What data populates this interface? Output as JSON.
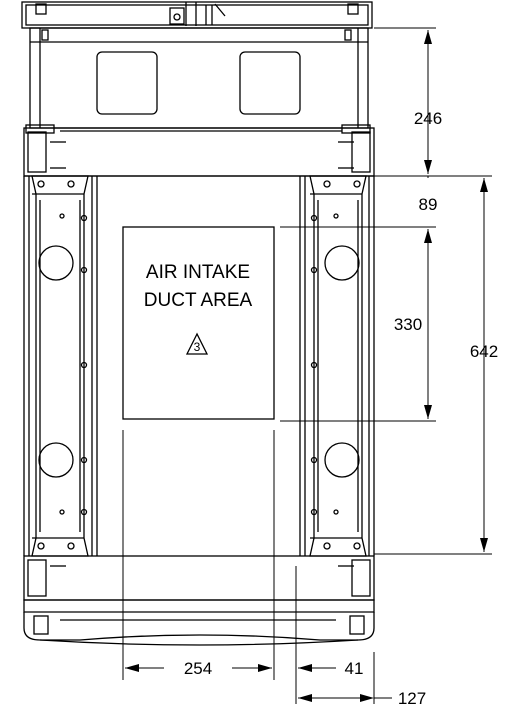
{
  "drawing": {
    "duct_label_line1": "AIR INTAKE",
    "duct_label_line2": "DUCT AREA",
    "note_number": "3",
    "dimensions": {
      "top_height": "246",
      "gap": "89",
      "duct_height": "330",
      "total_height": "642",
      "duct_width": "254",
      "side_offset": "41",
      "side_width": "127"
    }
  }
}
